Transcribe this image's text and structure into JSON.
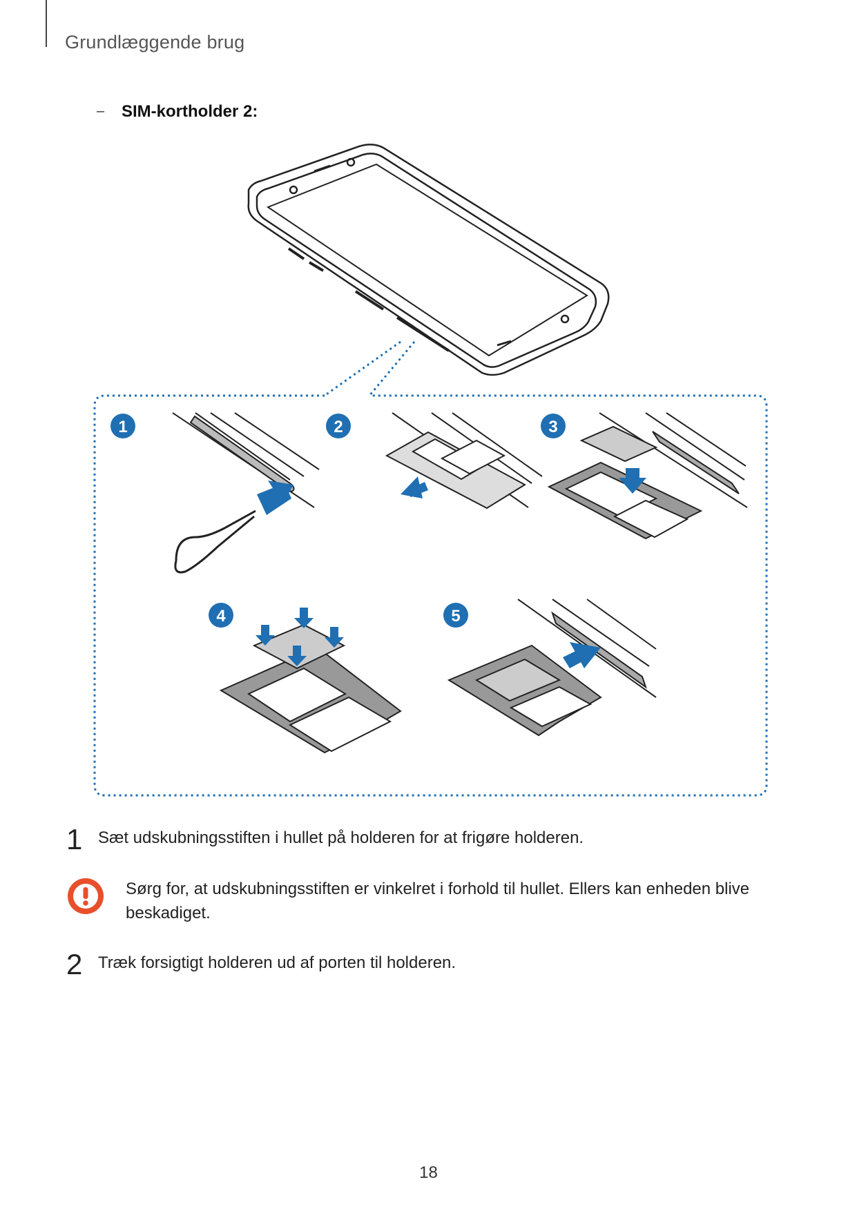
{
  "header": {
    "title": "Grundlæggende brug"
  },
  "section": {
    "dash": "–",
    "title": "SIM-kortholder 2:"
  },
  "figure": {
    "step_badges": [
      "1",
      "2",
      "3",
      "4",
      "5"
    ],
    "badge_color": "#1f6fb2",
    "arrow_color": "#1f6fb2",
    "dotted_color": "#1f6fb2"
  },
  "steps": [
    {
      "number": "1",
      "text": "Sæt udskubningsstiften i hullet på holderen for at frigøre holderen."
    },
    {
      "number": "2",
      "text": "Træk forsigtigt holderen ud af porten til holderen."
    }
  ],
  "caution": {
    "icon": "caution-icon",
    "color": "#e8502b",
    "text": "Sørg for, at udskubningsstiften er vinkelret i forhold til hullet. Ellers kan enheden blive beskadiget."
  },
  "footer": {
    "page_number": "18"
  }
}
